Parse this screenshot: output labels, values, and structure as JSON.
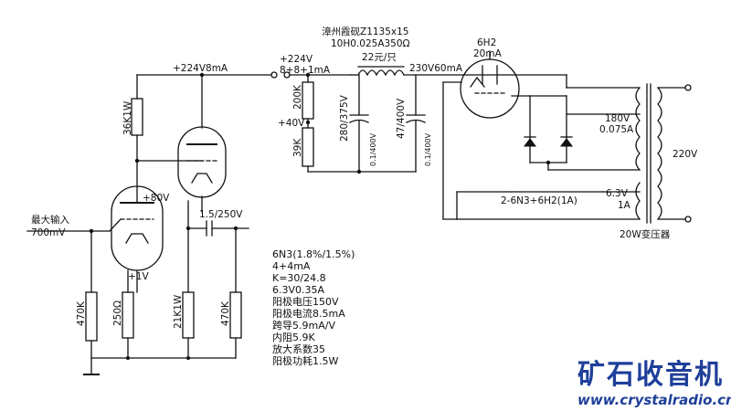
{
  "labels": {
    "max_input_line1": "最大输入",
    "max_input_line2": "700mV",
    "top_rail": "+224V8mA",
    "r_36k": "36K1W",
    "grid_bias": "+80V",
    "cathode_bias": "+1V",
    "coupling_cap": "1.5/250V",
    "r_470k_left": "470K",
    "r_250": "250Ω",
    "r_21k": "21K1W",
    "r_470k_right": "470K",
    "supply_v": "+224V",
    "supply_i": "8+8+1mA",
    "r_200k": "200K",
    "bias_40v": "+40V",
    "r_39k": "39K",
    "cap1": "280/375V",
    "cap1_small": "0.1/400V",
    "cap2": "47/400V",
    "cap2_small": "0.1/400V",
    "choke_line1": "漳州霞砚Z1135x15",
    "choke_line2": "10H0.025A350Ω",
    "choke_price": "22元/只",
    "b_plus": "230V60mA",
    "rect_name": "6H2",
    "rect_current": "20mA",
    "hv_winding_v": "180V",
    "hv_winding_i": "0.075A",
    "primary_v": "220V",
    "heater_v": "6.3V",
    "heater_i": "1A",
    "heater_note": "2-6N3+6H2(1A)",
    "transformer": "20W变压器"
  },
  "specs": [
    "6N3(1.8%/1.5%)",
    "4+4mA",
    "K=30/24.8",
    "6.3V0.35A",
    "阳极电压150V",
    "阳极电流8.5mA",
    "跨导5.9mA/V",
    "内阻5.9K",
    "放大系数35",
    "阳极功耗1.5W"
  ],
  "watermark": {
    "name": "矿石收音机",
    "url": "www.crystalradio.cn"
  }
}
